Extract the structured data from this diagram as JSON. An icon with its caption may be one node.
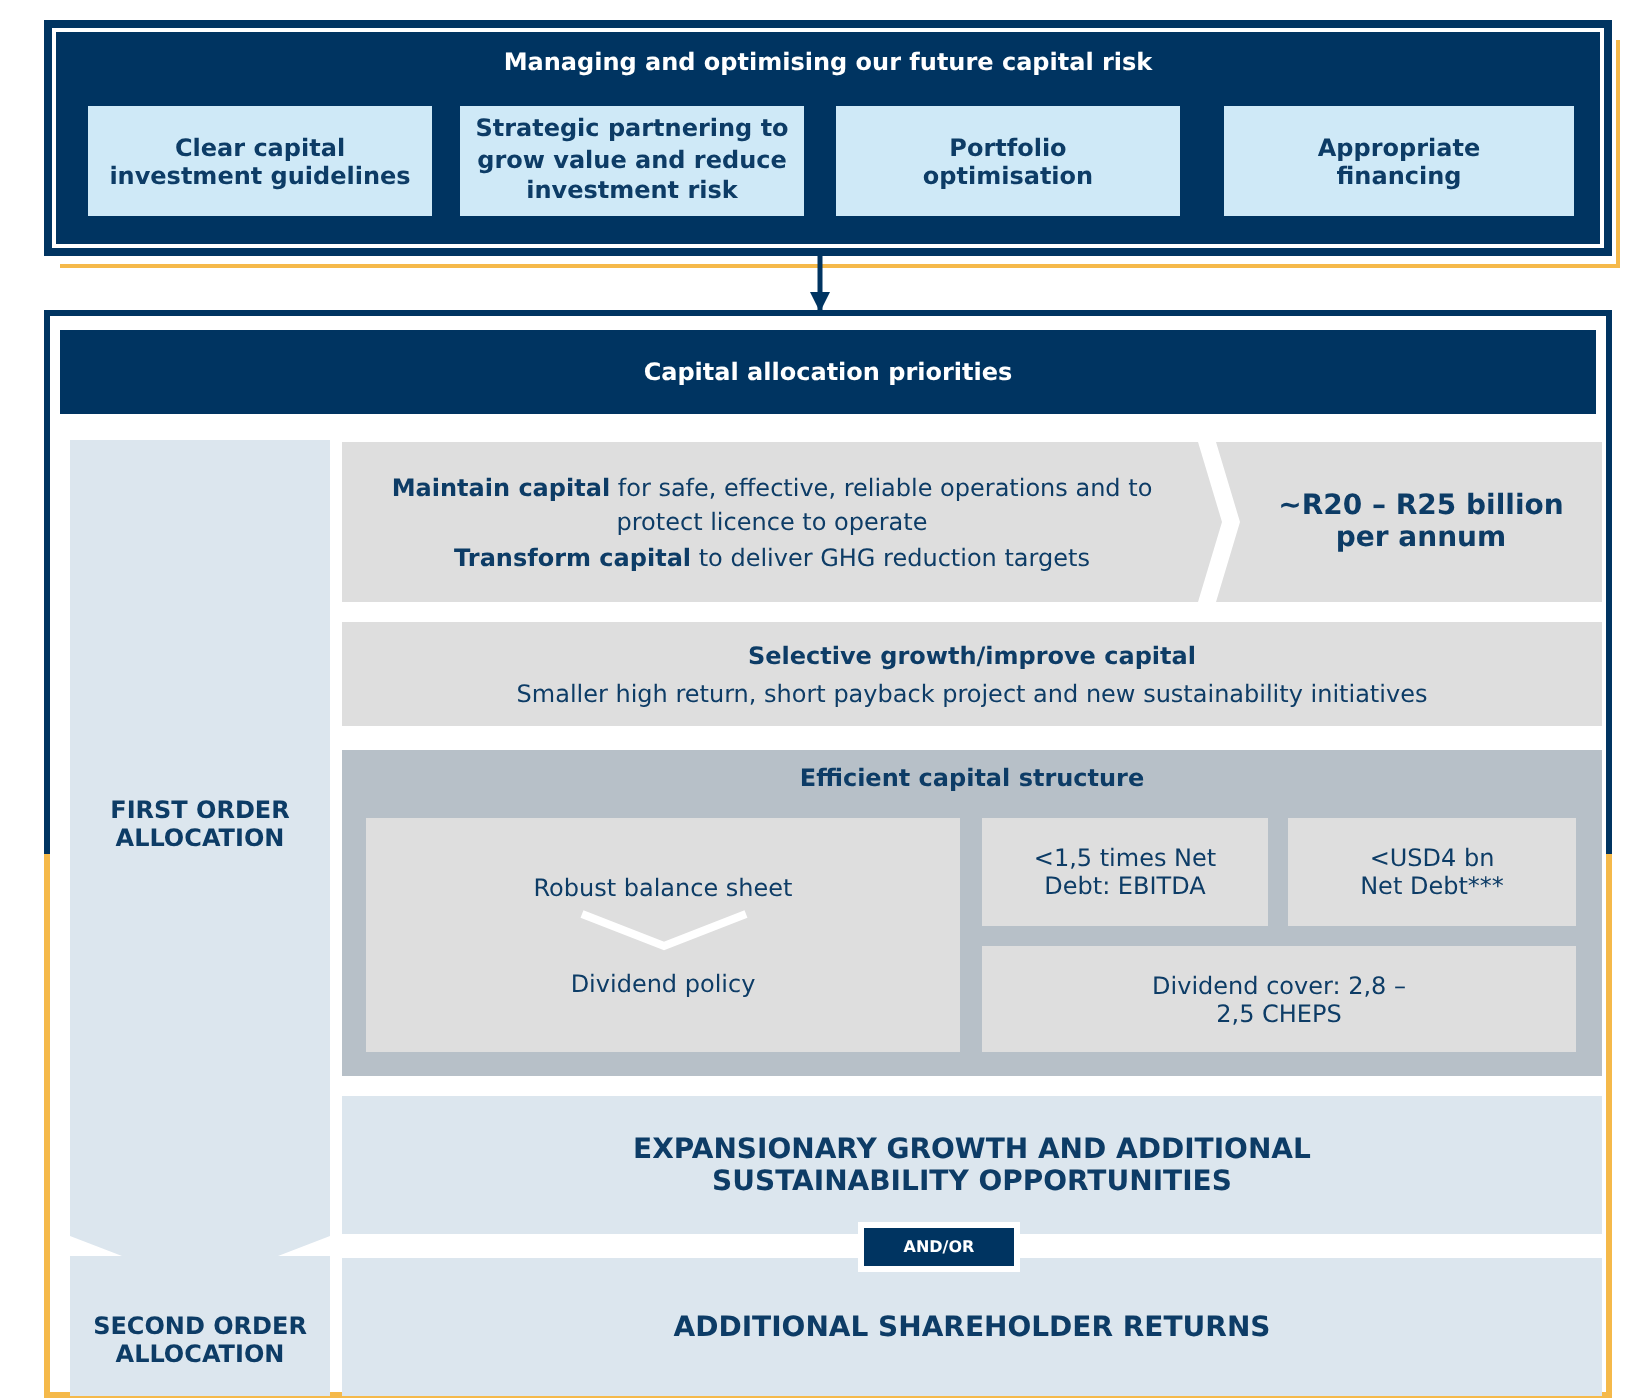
{
  "diagram": {
    "nodes": [
      {
        "text": [
          "Managing and optimising our future capital risk"
        ]
      },
      {
        "text": [
          "Clear capital investment guidelines"
        ],
        "in": 0
      },
      {
        "text": [
          "Strategic partnering to grow value and reduce investment risk"
        ],
        "in": 0
      },
      {
        "text": [
          "Portfolio optimisation"
        ],
        "in": 0
      },
      {
        "text": [
          "Appropriate financing"
        ],
        "in": 0
      },
      {
        "text": [
          "Capital allocation priorities"
        ]
      },
      {
        "text": [
          "FIRST ORDER ALLOCATION"
        ],
        "in": 5
      },
      {
        "text": [
          "SECOND ORDER ALLOCATION"
        ],
        "in": 5
      },
      {
        "text": [
          "**Maintain capital** for safe, effective, reliable operations and to protect licence to operate",
          "**Transform capital** to deliver GHG reduction targets"
        ],
        "in": 5
      },
      {
        "text": [
          "~R20 – R25 billion per annum"
        ],
        "in": 5
      },
      {
        "text": [
          "Selective growth/improve capital",
          "Smaller high return, short payback project and new sustainability initiatives"
        ],
        "in": 5
      },
      {
        "text": [
          "Efficient capital structure"
        ],
        "in": 5
      },
      {
        "text": [
          "Robust balance sheet",
          "Dividend policy"
        ],
        "in": 11
      },
      {
        "text": [
          "<1,5 times Net Debt: EBITDA"
        ],
        "in": 11
      },
      {
        "text": [
          "<USD4 bn Net Debt***"
        ],
        "in": 11
      },
      {
        "text": [
          "Dividend cover: 2,8 – 2,5 CHEPS"
        ],
        "in": 11
      },
      {
        "text": [
          "EXPANSIONARY GROWTH AND ADDITIONAL SUSTAINABILITY OPPORTUNITIES"
        ],
        "in": 5
      },
      {
        "text": [
          "AND/OR"
        ],
        "in": 5
      },
      {
        "text": [
          "ADDITIONAL SHAREHOLDER RETURNS"
        ],
        "in": 5
      }
    ],
    "edges": [
      {
        "from": 0,
        "to": 5,
        "arrow": "to"
      }
    ]
  }
}
